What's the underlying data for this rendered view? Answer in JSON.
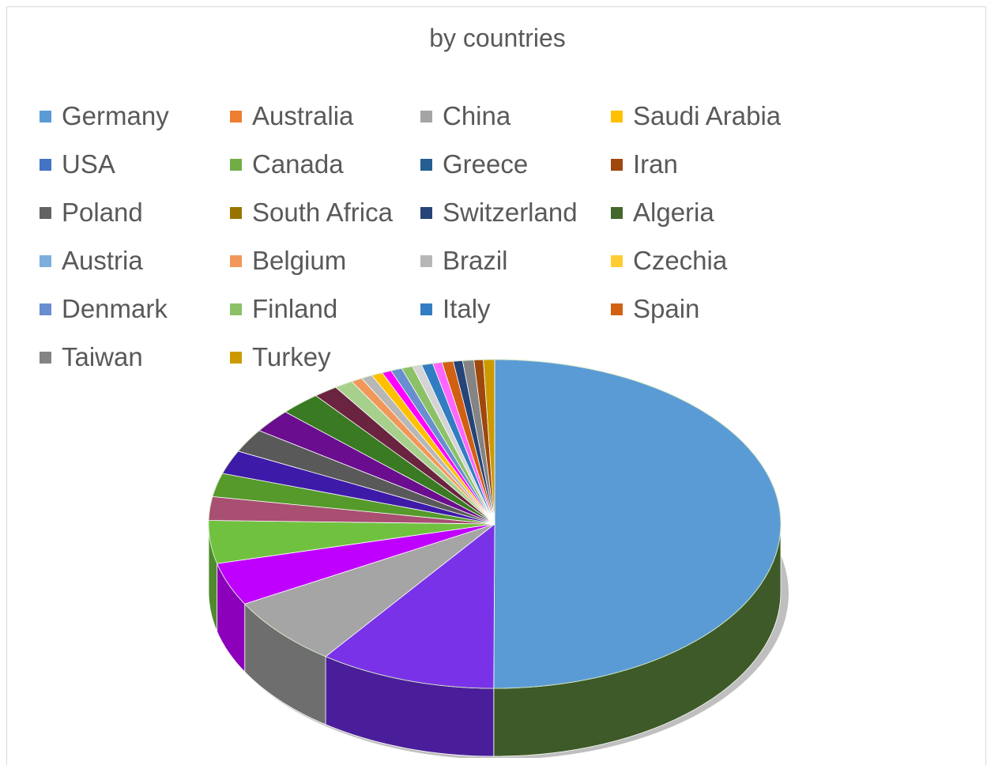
{
  "chart_data": {
    "type": "pie",
    "title": "by countries",
    "legend_placement": "top",
    "categories": [
      "Germany",
      "Australia",
      "China",
      "Saudi Arabia",
      "USA",
      "Canada",
      "Greece",
      "Iran",
      "Poland",
      "South Africa",
      "Switzerland",
      "Algeria",
      "Austria",
      "Belgium",
      "Brazil",
      "Czechia",
      "Denmark",
      "Finland",
      "Italy",
      "Spain",
      "Taiwan",
      "Turkey"
    ],
    "legend_colors": [
      "#5b9bd5",
      "#ed7d31",
      "#a5a5a5",
      "#ffc000",
      "#4472c4",
      "#70ad47",
      "#255e91",
      "#9e480e",
      "#636363",
      "#997300",
      "#264478",
      "#43682b",
      "#7cafdd",
      "#f1975a",
      "#b7b7b7",
      "#ffcd33",
      "#698ed0",
      "#8cc168",
      "#327dc2",
      "#d26012",
      "#848484",
      "#cc9a00"
    ],
    "slices": [
      {
        "value": 47.5,
        "color": "#5b9bd5",
        "side_color": "#3d5a28"
      },
      {
        "value": 9.5,
        "color": "#7a32e8",
        "side_color": "#4a1e9a"
      },
      {
        "value": 6.5,
        "color": "#a5a5a5",
        "side_color": "#6e6e6e"
      },
      {
        "value": 4.0,
        "color": "#c000ff",
        "side_color": "#8c00bb"
      },
      {
        "value": 4.0,
        "color": "#70c140",
        "side_color": "#4f8a2c"
      },
      {
        "value": 2.2,
        "color": "#a84f72",
        "side_color": "#7a3852"
      },
      {
        "value": 2.2,
        "color": "#559a2b",
        "side_color": "#3c6d1e"
      },
      {
        "value": 2.2,
        "color": "#3e1aa8",
        "side_color": "#2c1278"
      },
      {
        "value": 2.2,
        "color": "#595959",
        "side_color": "#404040"
      },
      {
        "value": 2.2,
        "color": "#6a0d8f",
        "side_color": "#4c0966"
      },
      {
        "value": 2.2,
        "color": "#3a7a22",
        "side_color": "#295718"
      },
      {
        "value": 1.3,
        "color": "#6a2440",
        "side_color": "#4c1a2e"
      },
      {
        "value": 1.0,
        "color": "#a8d08d",
        "side_color": "#789b63"
      },
      {
        "value": 0.6,
        "color": "#f1975a",
        "side_color": "#b06e42"
      },
      {
        "value": 0.6,
        "color": "#b7b7b7",
        "side_color": "#848484"
      },
      {
        "value": 0.6,
        "color": "#ffc000",
        "side_color": "#b88a00"
      },
      {
        "value": 0.5,
        "color": "#ff00ff",
        "side_color": "#b800b8"
      },
      {
        "value": 0.6,
        "color": "#698ed0",
        "side_color": "#4c6696"
      },
      {
        "value": 0.6,
        "color": "#8cc168",
        "side_color": "#658b4b"
      },
      {
        "value": 0.5,
        "color": "#d4d4d4",
        "side_color": "#999999"
      },
      {
        "value": 0.6,
        "color": "#327dc2",
        "side_color": "#245a8c"
      },
      {
        "value": 0.5,
        "color": "#ff66ff",
        "side_color": "#b849b8"
      },
      {
        "value": 0.6,
        "color": "#d26012",
        "side_color": "#97450d"
      },
      {
        "value": 0.5,
        "color": "#264478",
        "side_color": "#1b3156"
      },
      {
        "value": 0.6,
        "color": "#848484",
        "side_color": "#5f5f5f"
      },
      {
        "value": 0.5,
        "color": "#9e480e",
        "side_color": "#72340a"
      },
      {
        "value": 0.6,
        "color": "#cc9a00",
        "side_color": "#936f00"
      }
    ]
  }
}
